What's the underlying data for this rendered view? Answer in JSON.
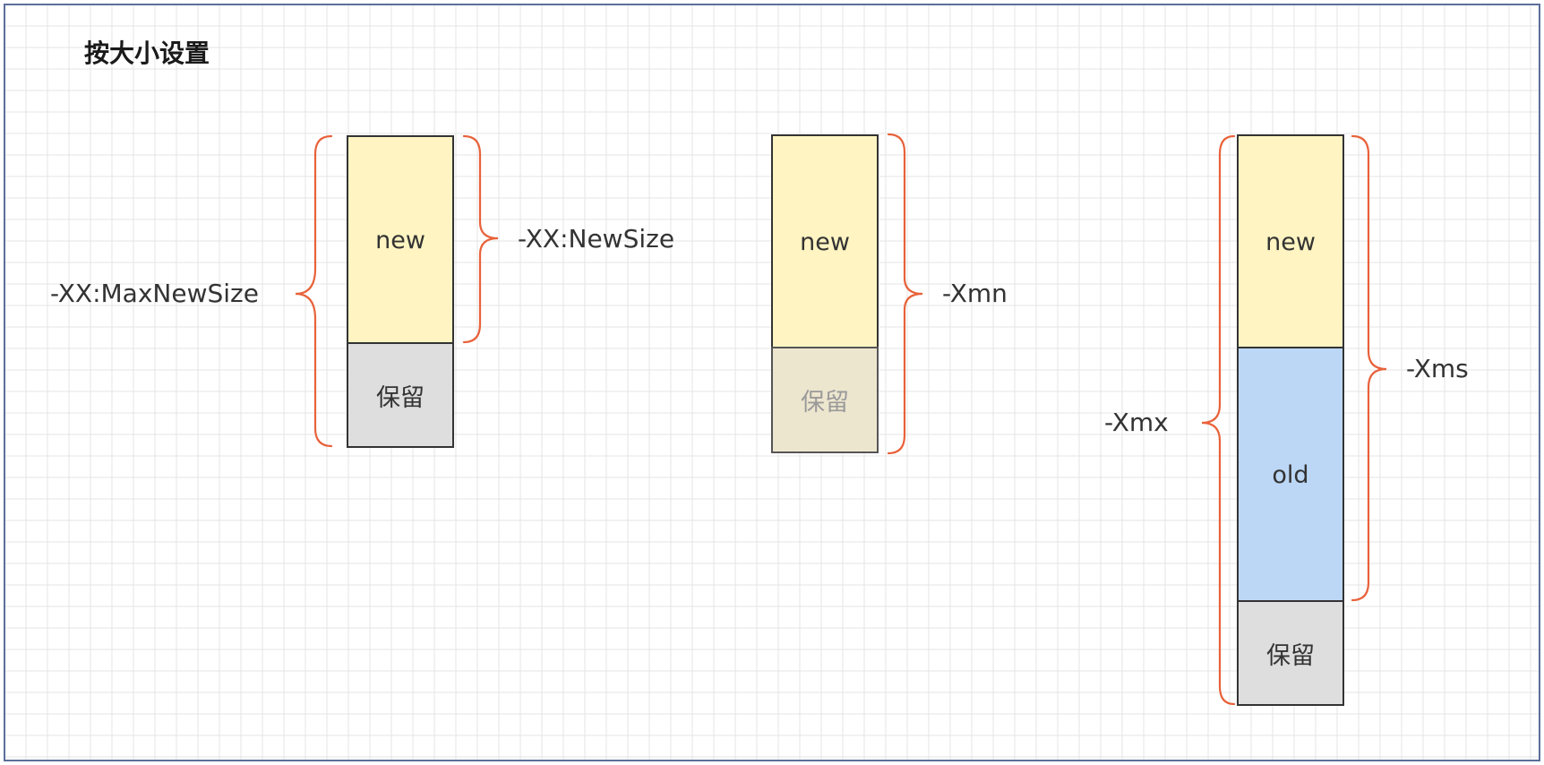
{
  "title": "按大小设置",
  "diagram1": {
    "new_label": "new",
    "reserve_label": "保留",
    "left_brace_label": "-XX:MaxNewSize",
    "right_brace_label": "-XX:NewSize"
  },
  "diagram2": {
    "new_label": "new",
    "reserve_label": "保留",
    "right_brace_label": "-Xmn"
  },
  "diagram3": {
    "new_label": "new",
    "old_label": "old",
    "reserve_label": "保留",
    "left_brace_label": "-Xmx",
    "right_brace_label": "-Xms"
  },
  "colors": {
    "new": "#fff4c2",
    "old": "#bcd7f6",
    "reserve": "#dedede",
    "brace": "#e8623a",
    "grid": "#e4e4e4",
    "frame": "#5b6f99"
  }
}
